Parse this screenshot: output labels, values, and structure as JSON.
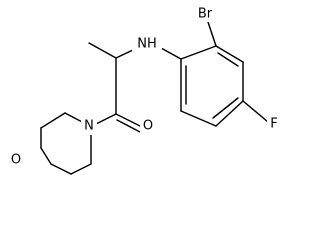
{
  "molecule": {
    "atoms": [
      {
        "id": "br",
        "label": "Br"
      },
      {
        "id": "nh",
        "label": "NH"
      },
      {
        "id": "o_carbonyl",
        "label": "O"
      },
      {
        "id": "n_morpholine",
        "label": "N"
      },
      {
        "id": "o_morpholine",
        "label": "O"
      },
      {
        "id": "f",
        "label": "F"
      }
    ]
  }
}
